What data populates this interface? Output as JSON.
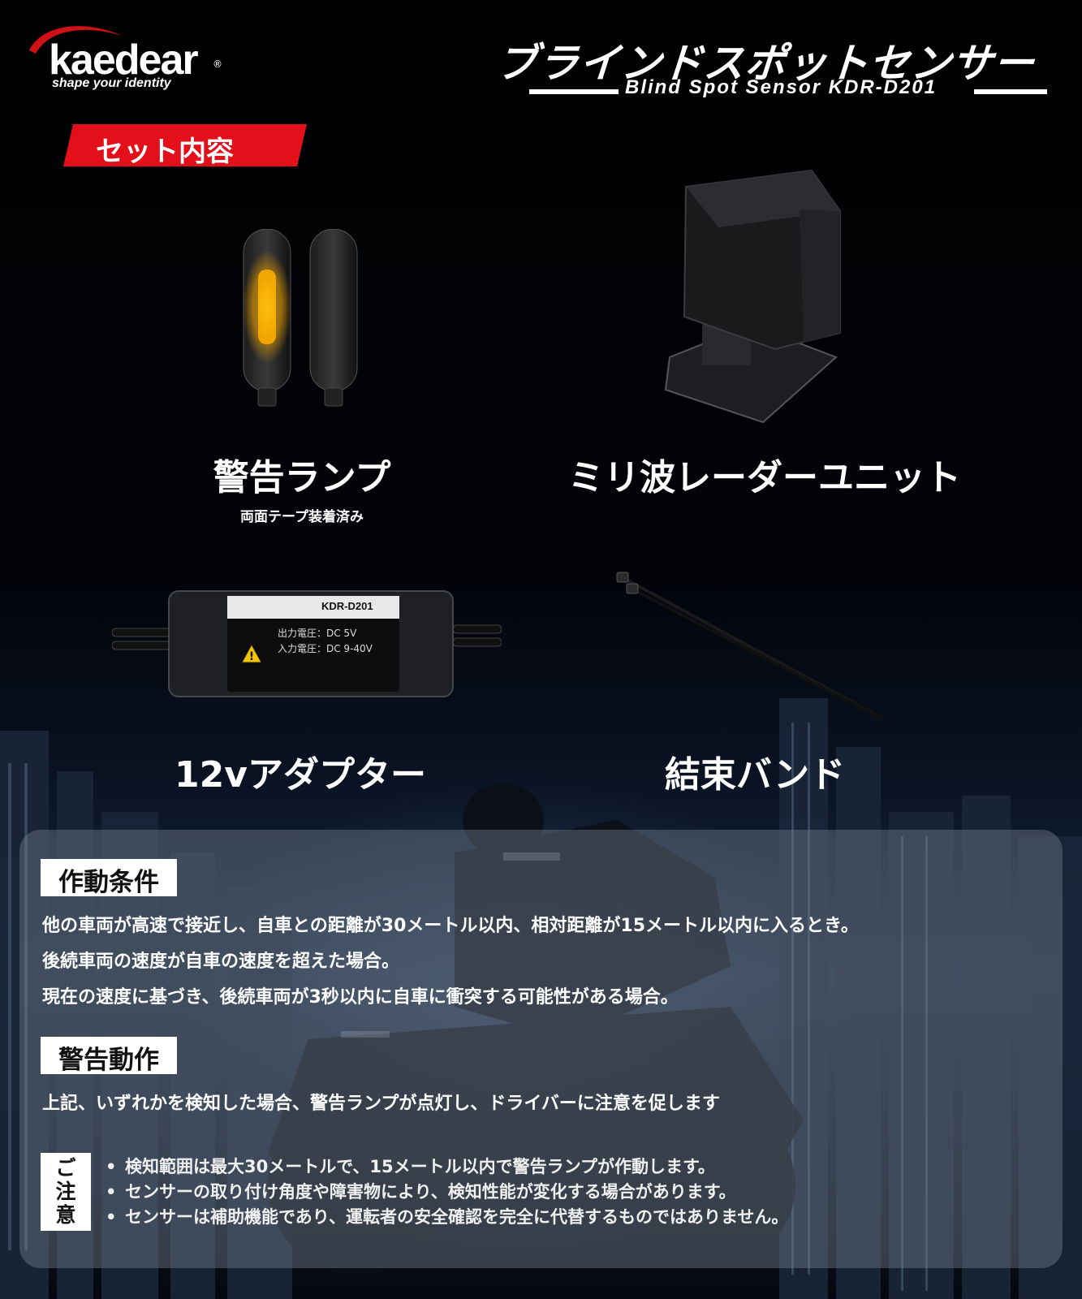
{
  "brand": {
    "logo_text": "kaedear",
    "registered": "®",
    "tagline": "shape your identity"
  },
  "header": {
    "title_jp": "ブラインドスポットセンサー",
    "title_en": "Blind Spot Sensor KDR-D201"
  },
  "set_section": {
    "label": "セット内容"
  },
  "products": [
    {
      "name": "警告ランプ",
      "sub": "両面テープ装着済み",
      "icon": "warning-lamp"
    },
    {
      "name": "ミリ波レーダーユニット",
      "sub": "",
      "icon": "radar-unit"
    },
    {
      "name": "12vアダプター",
      "sub": "",
      "icon": "adapter"
    },
    {
      "name": "結束バンド",
      "sub": "",
      "icon": "cable-ties"
    }
  ],
  "adapter_label": {
    "model": "KDR-D201",
    "output": "出力電圧：DC 5V",
    "input": "入力電圧：DC 9-40V"
  },
  "conditions": {
    "label": "作動条件",
    "lines": [
      "他の車両が高速で接近し、自車との距離が30メートル以内、相対距離が15メートル以内に入るとき。",
      "後続車両の速度が自車の速度を超えた場合。",
      "現在の速度に基づき、後続車両が3秒以内に自車に衝突する可能性がある場合。"
    ]
  },
  "warning_action": {
    "label": "警告動作",
    "text": "上記、いずれかを検知した場合、警告ランプが点灯し、ドライバーに注意を促します"
  },
  "notice": {
    "label_chars": [
      "ご",
      "注",
      "意"
    ],
    "items": [
      "検知範囲は最大30メートルで、15メートル以内で警告ランプが作動します。",
      "センサーの取り付け角度や障害物により、検知性能が変化する場合があります。",
      "センサーは補助機能であり、運転者の安全確認を完全に代替するものではありません。"
    ],
    "bullet": "•"
  },
  "colors": {
    "accent_red": "#e3101b",
    "lamp_amber": "#ffb400",
    "background": "#000000"
  }
}
